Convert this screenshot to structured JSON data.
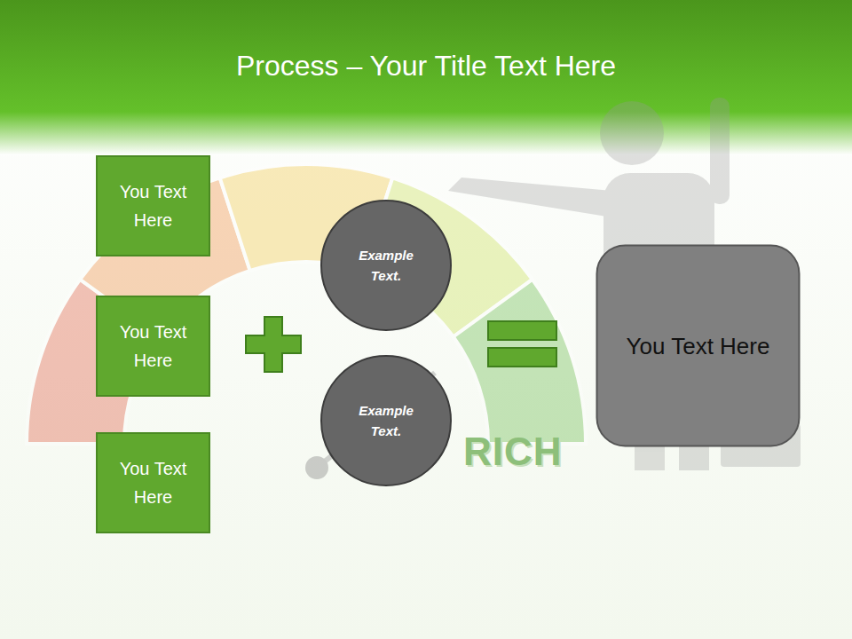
{
  "diagram": {
    "title": "Process – Your Title Text Here",
    "nodes": [
      {
        "text": [
          "You Text Here"
        ]
      },
      {
        "text": [
          "You Text Here"
        ]
      },
      {
        "text": [
          "You Text Here"
        ]
      },
      {
        "text": [
          "Example Text."
        ]
      },
      {
        "text": [
          "Example Text."
        ]
      },
      {
        "text": [
          "You Text Here"
        ]
      }
    ],
    "labels": [
      "RICH"
    ]
  }
}
